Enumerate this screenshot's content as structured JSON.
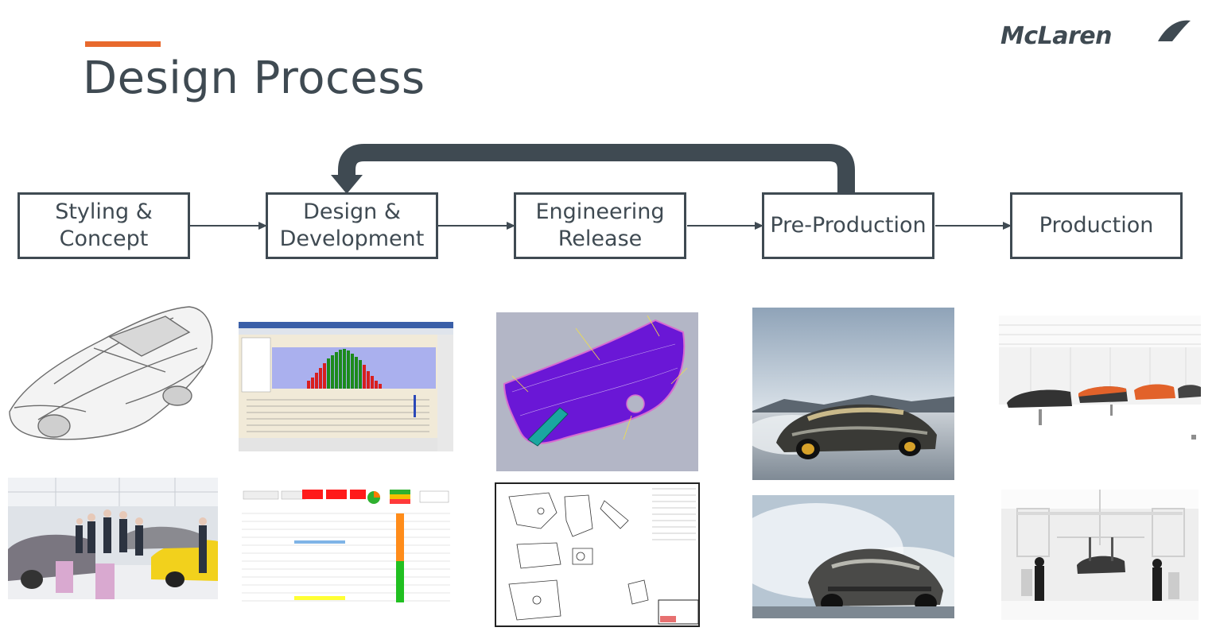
{
  "slide": {
    "title": "Design Process",
    "accent_color": "#e8692d",
    "text_color": "#3f4a52"
  },
  "logo": {
    "text": "McLaren"
  },
  "process": {
    "steps": [
      {
        "label": "Styling &\nConcept"
      },
      {
        "label": "Design &\nDevelopment"
      },
      {
        "label": "Engineering\nRelease"
      },
      {
        "label": "Pre-Production"
      },
      {
        "label": "Production"
      }
    ],
    "feedback_loop": {
      "from": "Pre-Production",
      "to": "Design & Development"
    }
  },
  "images": [
    {
      "name": "car-wireframe-sketch"
    },
    {
      "name": "design-review-showroom-photo"
    },
    {
      "name": "tolerance-histogram-screenshot"
    },
    {
      "name": "spreadsheet-status-report"
    },
    {
      "name": "purple-cad-part-model"
    },
    {
      "name": "engineering-drawing-sheet"
    },
    {
      "name": "camouflaged-prototype-on-ice"
    },
    {
      "name": "prototype-drifting-snow"
    },
    {
      "name": "production-line-hall"
    },
    {
      "name": "assembly-station-workers"
    }
  ]
}
